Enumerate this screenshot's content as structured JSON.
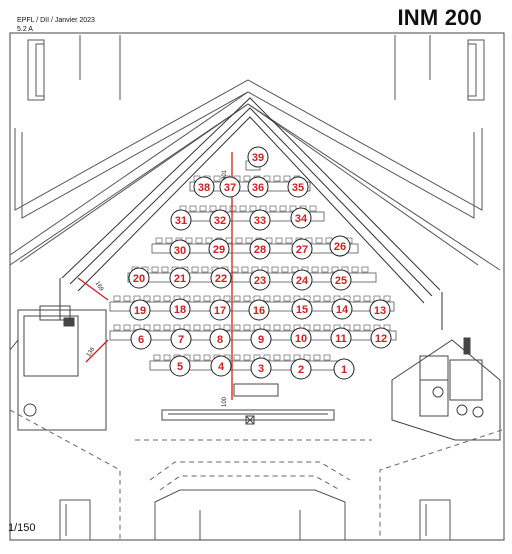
{
  "header": {
    "org_date": "EPFL / DII / Janvier 2023",
    "revision": "5.2 A",
    "room": "INM 200"
  },
  "scale": "1/150",
  "dimensions": {
    "upper": "169",
    "lower": "136",
    "axis_top": "801",
    "axis_bottom": "100"
  },
  "seats": [
    "1",
    "2",
    "3",
    "4",
    "5",
    "6",
    "7",
    "8",
    "9",
    "10",
    "11",
    "12",
    "13",
    "14",
    "15",
    "16",
    "17",
    "18",
    "19",
    "20",
    "21",
    "22",
    "23",
    "24",
    "25",
    "26",
    "27",
    "28",
    "29",
    "30",
    "31",
    "32",
    "33",
    "34",
    "35",
    "36",
    "37",
    "38",
    "39"
  ],
  "colors": {
    "seat_marker": "#d11f1f",
    "dimension": "#d11f1f",
    "lines": "#444444"
  }
}
